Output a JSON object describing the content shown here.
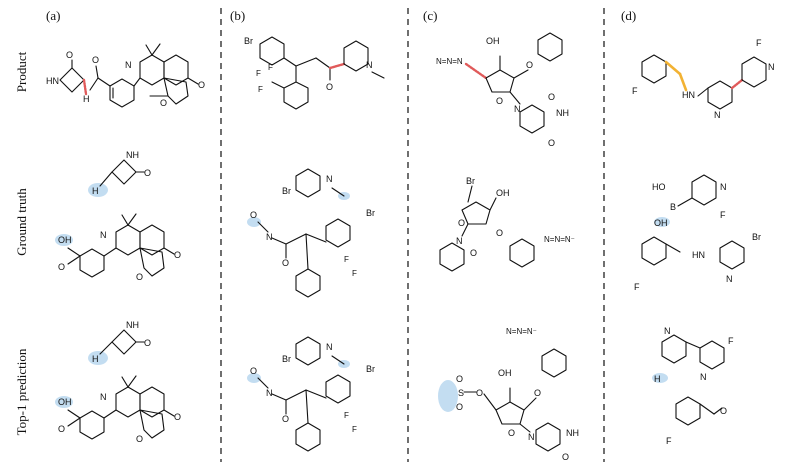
{
  "panels": [
    "(a)",
    "(b)",
    "(c)",
    "(d)"
  ],
  "rows": [
    "Product",
    "Ground truth",
    "Top-1 prediction"
  ],
  "atoms": {
    "nh": "NH",
    "hn": "HN",
    "h_n": "H",
    "o": "O",
    "n": "N",
    "oh": "OH",
    "ho": "HO",
    "h2n": "H",
    "br": "Br",
    "f": "F",
    "b": "B",
    "s": "S",
    "azide": "N=N=N",
    "azide_minus": "N=N=N⁻",
    "f3_f": "F"
  },
  "colors": {
    "reaction_center": "#e05a5a",
    "leaving_group_blob": "#bcd9f0",
    "nh_bond": "#f2b233"
  }
}
